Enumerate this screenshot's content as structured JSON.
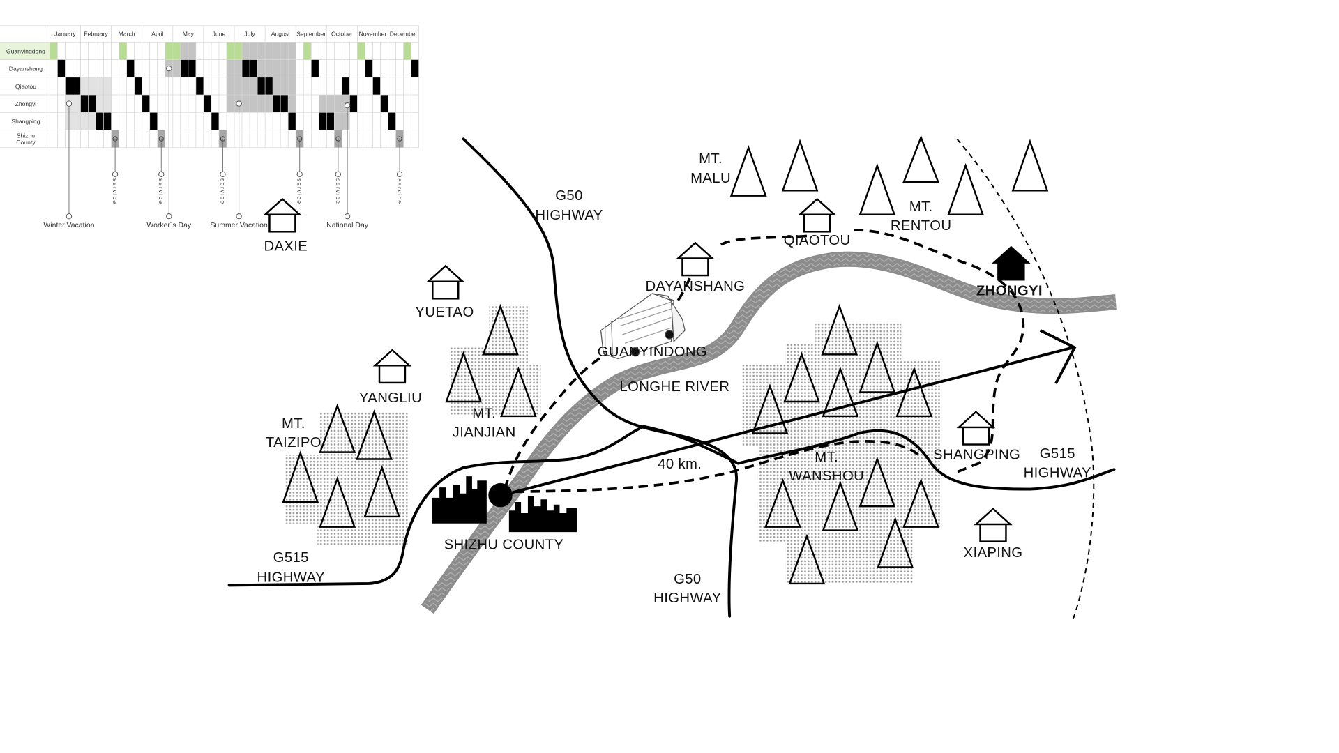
{
  "schedule": {
    "months": [
      "January",
      "February",
      "March",
      "April",
      "May",
      "June",
      "July",
      "August",
      "September",
      "October",
      "November",
      "December"
    ],
    "rows": [
      "Guanyingdong",
      "Dayanshang",
      "Qiaotou",
      "Zhongyi",
      "Shangping",
      "Shizhu County"
    ],
    "highlight_row_color": "#e8f3dc",
    "colors": {
      "g": "#b9dc94",
      "s": "#c4c4c4",
      "b": "#000000",
      "l": "#e2e2e2",
      "d": "#a6a6a6"
    },
    "spans": [
      [
        [
          0,
          0,
          "g"
        ],
        [
          9,
          9,
          "g"
        ],
        [
          15,
          16,
          "g"
        ],
        [
          17,
          18,
          "s"
        ],
        [
          23,
          24,
          "g"
        ],
        [
          25,
          31,
          "s"
        ],
        [
          33,
          33,
          "g"
        ],
        [
          40,
          40,
          "g"
        ],
        [
          46,
          46,
          "g"
        ]
      ],
      [
        [
          1,
          1,
          "b"
        ],
        [
          10,
          10,
          "b"
        ],
        [
          15,
          16,
          "s"
        ],
        [
          17,
          18,
          "b"
        ],
        [
          23,
          24,
          "s"
        ],
        [
          25,
          26,
          "b"
        ],
        [
          27,
          31,
          "s"
        ],
        [
          34,
          34,
          "b"
        ],
        [
          41,
          41,
          "b"
        ],
        [
          47,
          47,
          "b"
        ]
      ],
      [
        [
          2,
          3,
          "b"
        ],
        [
          4,
          7,
          "l"
        ],
        [
          11,
          11,
          "b"
        ],
        [
          19,
          19,
          "b"
        ],
        [
          23,
          26,
          "s"
        ],
        [
          27,
          28,
          "b"
        ],
        [
          29,
          31,
          "s"
        ],
        [
          38,
          38,
          "b"
        ],
        [
          42,
          42,
          "b"
        ]
      ],
      [
        [
          2,
          3,
          "l"
        ],
        [
          4,
          5,
          "b"
        ],
        [
          6,
          7,
          "l"
        ],
        [
          12,
          12,
          "b"
        ],
        [
          20,
          20,
          "b"
        ],
        [
          23,
          28,
          "s"
        ],
        [
          29,
          30,
          "b"
        ],
        [
          31,
          31,
          "s"
        ],
        [
          35,
          38,
          "s"
        ],
        [
          39,
          39,
          "b"
        ],
        [
          43,
          43,
          "b"
        ]
      ],
      [
        [
          2,
          5,
          "l"
        ],
        [
          6,
          7,
          "b"
        ],
        [
          13,
          13,
          "b"
        ],
        [
          21,
          21,
          "b"
        ],
        [
          31,
          31,
          "b"
        ],
        [
          35,
          36,
          "b"
        ],
        [
          37,
          38,
          "s"
        ],
        [
          44,
          44,
          "b"
        ]
      ],
      [
        [
          8,
          8,
          "d"
        ],
        [
          14,
          14,
          "d"
        ],
        [
          22,
          22,
          "d"
        ],
        [
          32,
          32,
          "d"
        ],
        [
          37,
          37,
          "d"
        ],
        [
          45,
          45,
          "d"
        ]
      ]
    ],
    "events": [
      {
        "label": "Winter Vacation",
        "col": 2.5,
        "row": 3
      },
      {
        "label": "Worker´s Day",
        "col": 15.5,
        "row": 1
      },
      {
        "label": "Summer Vacation",
        "col": 24.6,
        "row": 3
      },
      {
        "label": "National Day",
        "col": 38.7,
        "row": 3.6
      }
    ],
    "service_label": "service",
    "service_cols": [
      8.5,
      14.5,
      22.5,
      32.5,
      37.5,
      45.5
    ]
  },
  "map": {
    "places": {
      "daxie": "DAXIE",
      "yuetao": "YUETAO",
      "yangliu": "YANGLIU",
      "dayanshang": "DAYANSHANG",
      "qiaotou": "QIAOTOU",
      "zhongyi": "ZHONGYI",
      "shangping": "SHANGPING",
      "xiaping": "XIAPING",
      "guanyindong": "GUANYINDONG",
      "shizhu": "SHIZHU COUNTY"
    },
    "mountains": {
      "malu": [
        "MT.",
        "MALU"
      ],
      "rentou": [
        "MT.",
        "RENTOU"
      ],
      "taizipo": [
        "MT.",
        "TAIZIPO"
      ],
      "jianjian": [
        "MT.",
        "JIANJIAN"
      ],
      "wanshou": [
        "MT.",
        "WANSHOU"
      ]
    },
    "roads": {
      "g50_top": [
        "G50",
        "HIGHWAY"
      ],
      "g50_bottom": [
        "G50",
        "HIGHWAY"
      ],
      "g515_left": [
        "G515",
        "HIGHWAY"
      ],
      "g515_right": [
        "G515",
        "HIGHWAY"
      ]
    },
    "river": "LONGHE RIVER",
    "distance": "40 km."
  }
}
